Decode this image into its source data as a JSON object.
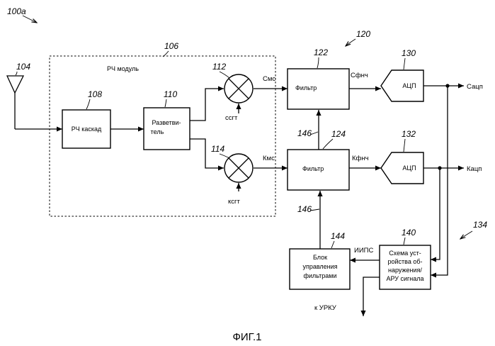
{
  "figure": {
    "ref_main": "100a",
    "caption": "ФИГ.1"
  },
  "antenna": {
    "ref": "104"
  },
  "rf_module": {
    "title": "РЧ модуль",
    "ref": "106"
  },
  "rf_stage": {
    "label": "РЧ каскад",
    "ref": "108"
  },
  "splitter": {
    "label_line1": "Разветви-",
    "label_line2": "тель",
    "ref": "110"
  },
  "mixer_i": {
    "ref": "112",
    "lo_label": "ссгт",
    "out_label": "Смс"
  },
  "mixer_q": {
    "ref": "114",
    "lo_label": "ксгт",
    "out_label": "Кмс"
  },
  "baseband_group": {
    "ref": "120"
  },
  "filter_i": {
    "label": "Фильтр",
    "ref": "122",
    "out_label": "Сфнч"
  },
  "filter_q": {
    "label": "Фильтр",
    "ref": "124",
    "out_label": "Кфнч"
  },
  "adc_i": {
    "label": "АЦП",
    "ref": "130",
    "out_label": "Сацп"
  },
  "adc_q": {
    "label": "АЦП",
    "ref": "132",
    "out_label": "Кацп"
  },
  "detector_group": {
    "ref": "134"
  },
  "control_bus": {
    "ref_upper": "146",
    "ref_lower": "146"
  },
  "filter_control": {
    "label_line1": "Блок",
    "label_line2": "управления",
    "label_line3": "фильтрами",
    "ref": "144"
  },
  "detector": {
    "label_line1": "Схема уст-",
    "label_line2": "ройства об-",
    "label_line3": "наружения/",
    "label_line4": "АРУ сигнала",
    "ref": "140",
    "signal_label": "ИИПС",
    "to_label": "к УРКУ"
  }
}
